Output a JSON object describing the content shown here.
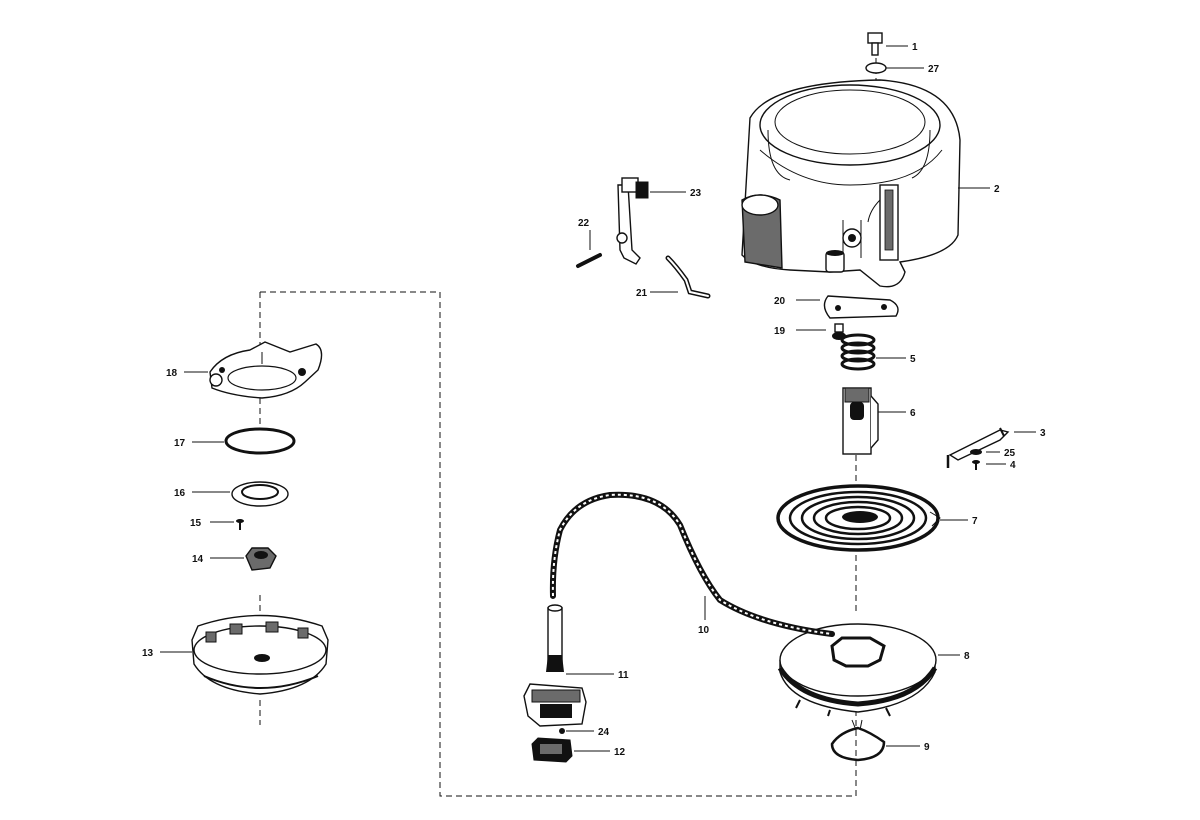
{
  "labels": {
    "p1": "1",
    "p2": "2",
    "p3": "3",
    "p4": "4",
    "p5": "5",
    "p6": "6",
    "p7": "7",
    "p8": "8",
    "p9": "9",
    "p10": "10",
    "p11": "11",
    "p12": "12",
    "p13": "13",
    "p14": "14",
    "p15": "15",
    "p16": "16",
    "p17": "17",
    "p18": "18",
    "p19": "19",
    "p20": "20",
    "p21": "21",
    "p22": "22",
    "p23": "23",
    "p24": "24",
    "p25": "25",
    "p27": "27"
  },
  "colors": {
    "ink": "#111111",
    "paper": "#ffffff",
    "shade": "#6b6b6b"
  }
}
